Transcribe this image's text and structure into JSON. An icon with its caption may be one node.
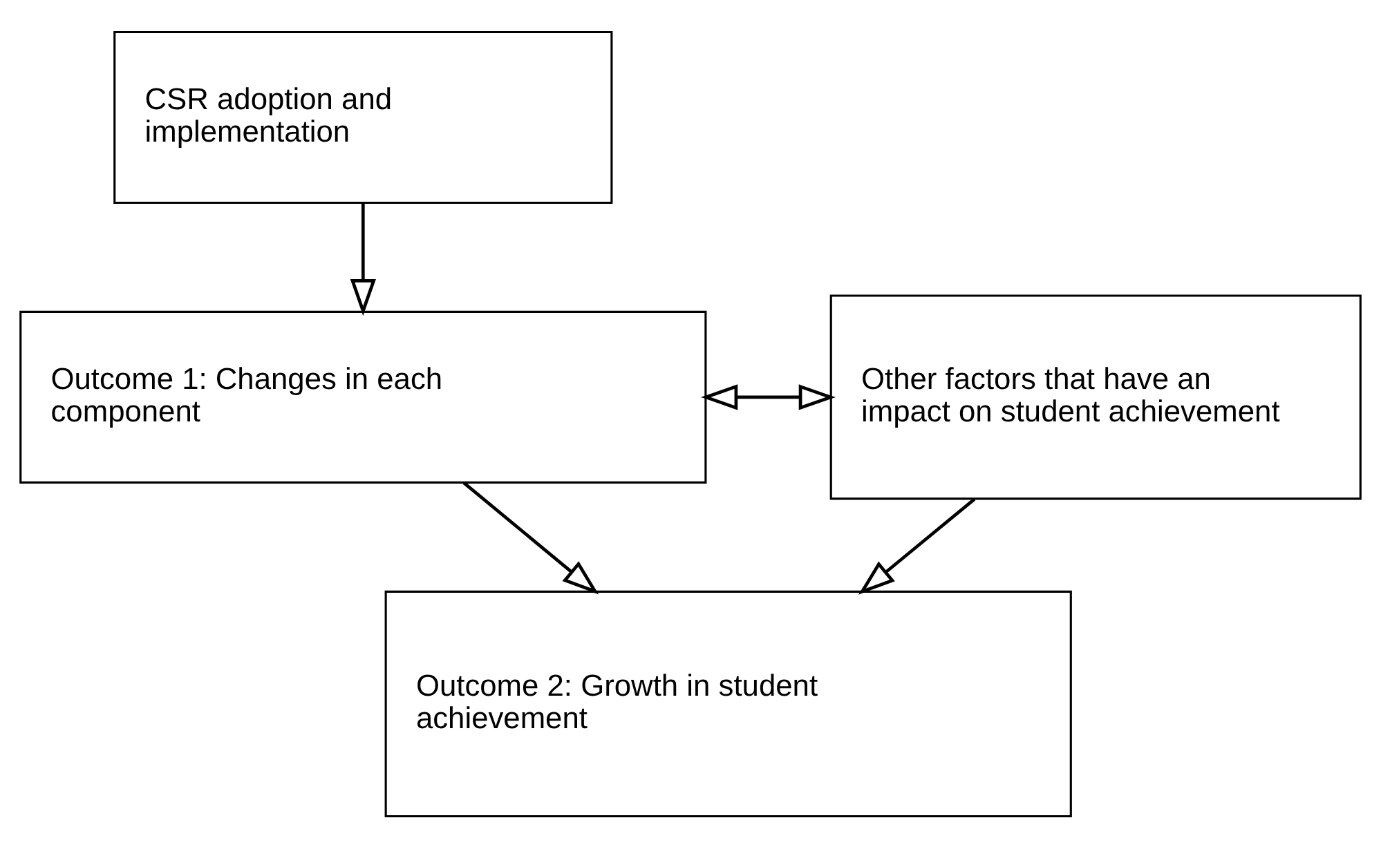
{
  "diagram": {
    "nodes": [
      {
        "text": [
          "CSR adoption and implementation"
        ]
      },
      {
        "text": [
          "Outcome 1: Changes in each component"
        ]
      },
      {
        "text": [
          "Other factors that have an impact on student achievement"
        ]
      },
      {
        "text": [
          "Outcome 2: Growth in student achievement"
        ]
      }
    ],
    "edges": [
      {
        "from": 0,
        "to": 1,
        "arrow": "to"
      },
      {
        "from": 1,
        "to": 2,
        "arrow": "both"
      },
      {
        "from": 1,
        "to": 3,
        "arrow": "to"
      },
      {
        "from": 2,
        "to": 3,
        "arrow": "to"
      }
    ]
  }
}
